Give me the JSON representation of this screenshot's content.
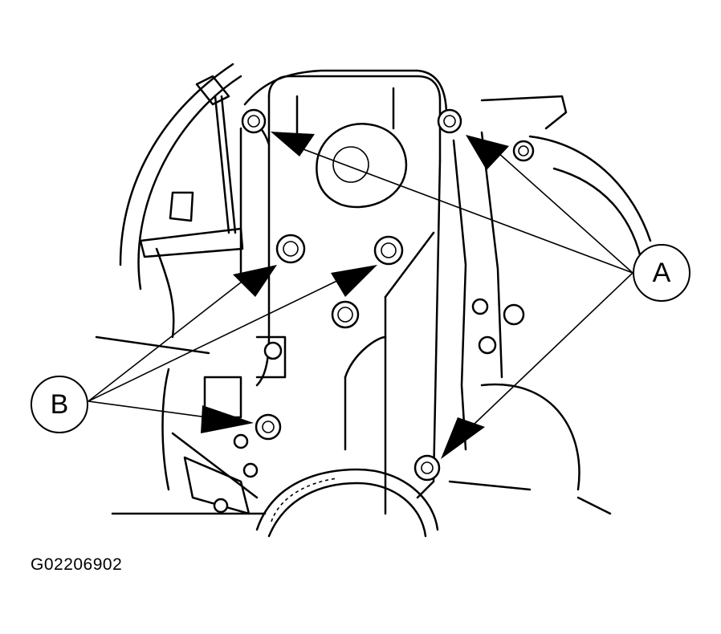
{
  "figure_code": "G02206902",
  "callouts": {
    "a": {
      "label": "A"
    },
    "b": {
      "label": "B"
    }
  },
  "icons": [
    "bolt-icon",
    "arrow-icon"
  ]
}
